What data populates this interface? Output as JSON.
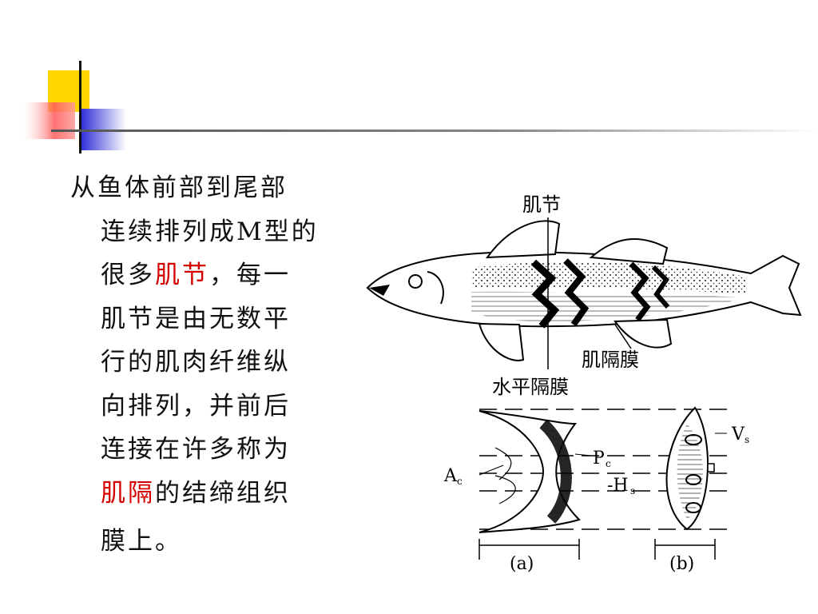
{
  "text": {
    "line1": "从鱼体前部到尾部",
    "line2": "连续排列成M型的",
    "line3_pre": "很多",
    "line3_hl": "肌节",
    "line3_post": "，每一",
    "line4": "肌节是由无数平",
    "line5": "行的肌肉纤维纵",
    "line6": "向排列，并前后",
    "line7": "连接在许多称为",
    "line8_hl": "肌隔",
    "line8_post": "的结缔组织",
    "line9": "膜上。"
  },
  "figure": {
    "label_myomere": "肌节",
    "label_myoseptum": "肌隔膜",
    "label_horizontal_septum": "水平隔膜",
    "label_ac": "A",
    "label_ac_sub": "c",
    "label_pc": "P",
    "label_pc_sub": "c",
    "label_hs": "-H",
    "label_hs_sub": "s",
    "label_vs": "V",
    "label_vs_sub": "s",
    "label_a": "(a)",
    "label_b": "(b)"
  },
  "colors": {
    "text": "#111111",
    "highlight": "#d40000",
    "deco_yellow": "#ffd400",
    "deco_red": "#ff5a5a",
    "deco_blue": "#2a2ad8",
    "deco_line": "#000000"
  }
}
